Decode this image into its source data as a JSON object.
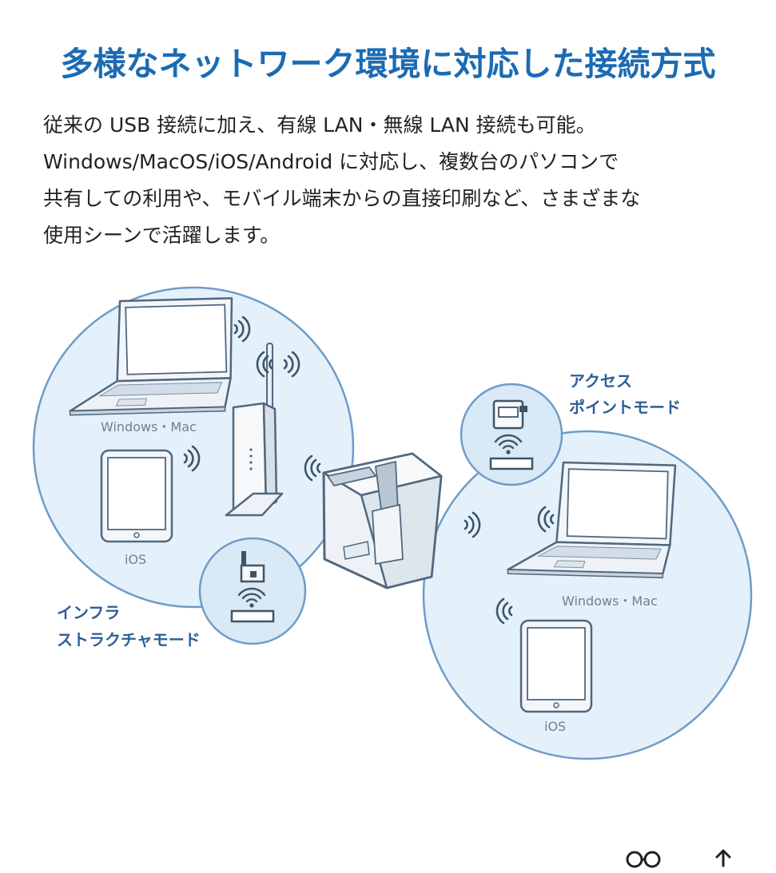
{
  "headline": "多様なネットワーク環境に対応した接続方式",
  "description": {
    "lines": [
      "従来の USB 接続に加え、有線 LAN・無線 LAN 接続も可能。",
      "Windows/MacOS/iOS/Android に対応し、複数台のパソコンで",
      "共有しての利用や、モバイル端末からの直接印刷など、さまざまな",
      "使用シーンで活躍します。"
    ]
  },
  "diagram": {
    "infrastructure": {
      "mode_label_line1": "インフラ",
      "mode_label_line2": "ストラクチャモード",
      "laptop_label": "Windows・Mac",
      "tablet_label": "iOS"
    },
    "access_point": {
      "mode_label_line1": "アクセス",
      "mode_label_line2": "ポイントモード",
      "laptop_label": "Windows・Mac",
      "tablet_label": "iOS"
    }
  },
  "colors": {
    "headline": "#1b6bb3",
    "circle_fill": "#e4f1fa",
    "circle_stroke": "#6f9cc8",
    "mode_label": "#2e5f96"
  },
  "footer_icons": [
    "glasses-icon",
    "share-icon"
  ]
}
